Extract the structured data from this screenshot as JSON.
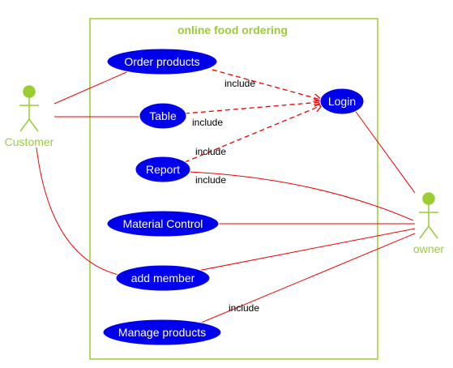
{
  "system": {
    "title": "online food ordering"
  },
  "actors": {
    "customer": "Customer",
    "owner": "owner"
  },
  "use_cases": {
    "order_products": "Order products",
    "table": "Table",
    "report": "Report",
    "material_control": "Material Control",
    "add_member": "add member",
    "manage_products": "Manage products",
    "login": "Login"
  },
  "relations": {
    "include_order": "include",
    "include_table": "include",
    "include_report_login": "include",
    "include_report_owner": "include",
    "include_manage": "include"
  },
  "colors": {
    "actor": "#9acd32",
    "boundary": "#9acd32",
    "use_case_fill": "#0000ee",
    "association_line": "#ee0000",
    "include_line": "#ee0000"
  }
}
